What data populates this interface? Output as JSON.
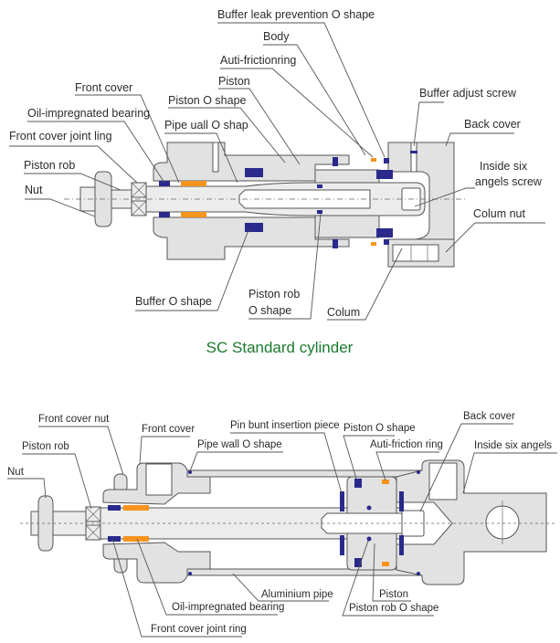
{
  "diagrams": [
    {
      "title": "SC Standard cylinder",
      "labels": {
        "buffer_leak_prevention_o_shape": "Buffer leak prevention O shape",
        "body": "Body",
        "anti_friction_ring": "Auti-frictionring",
        "piston": "Piston",
        "piston_o_shape": "Piston O shape",
        "pipe_wall_o_shape": "Pipe uall O shap",
        "front_cover": "Front cover",
        "oil_impregnated_bearing": "Oil-impregnated bearing",
        "front_cover_joint_ring": "Front cover joint ling",
        "piston_rod": "Piston rob",
        "nut": "Nut",
        "buffer_adjust_screw": "Buffer adjust screw",
        "back_cover": "Back cover",
        "inside_six_angles_screw_line1": "Inside six",
        "inside_six_angles_screw_line2": "angels screw",
        "column_nut": "Colum nut",
        "column": "Colum",
        "buffer_o_shape": "Buffer O shape",
        "piston_rod_o_shape_line1": "Piston rob",
        "piston_rod_o_shape_line2": "O shape"
      }
    },
    {
      "title": "",
      "labels": {
        "front_cover_nut": "Front cover  nut",
        "front_cover": "Front cover",
        "pin_bunt_insertion_piece": "Pin bunt insertion piece",
        "piston_o_shape": "Piston O shape",
        "back_cover": "Back cover",
        "piston_rod": "Piston rob",
        "pipe_wall_o_shape": "Pipe wall  O shape",
        "anti_friction_ring": "Auti-friction ring",
        "inside_six_angles": "Inside six angels",
        "nut": "Nut",
        "aluminium_pipe": "Aluminium pipe",
        "piston": "Piston",
        "oil_impregnated_bearing": "Oil-impregnated bearing",
        "piston_rod_o_shape": "Piston rob O shape",
        "front_cover_joint_ring": "Front cover joint ring"
      }
    }
  ],
  "colors": {
    "seal": "#2a2a8c",
    "bearing": "#f7941d",
    "title": "#1a7a2e",
    "body_fill": "#e2e2e2"
  }
}
